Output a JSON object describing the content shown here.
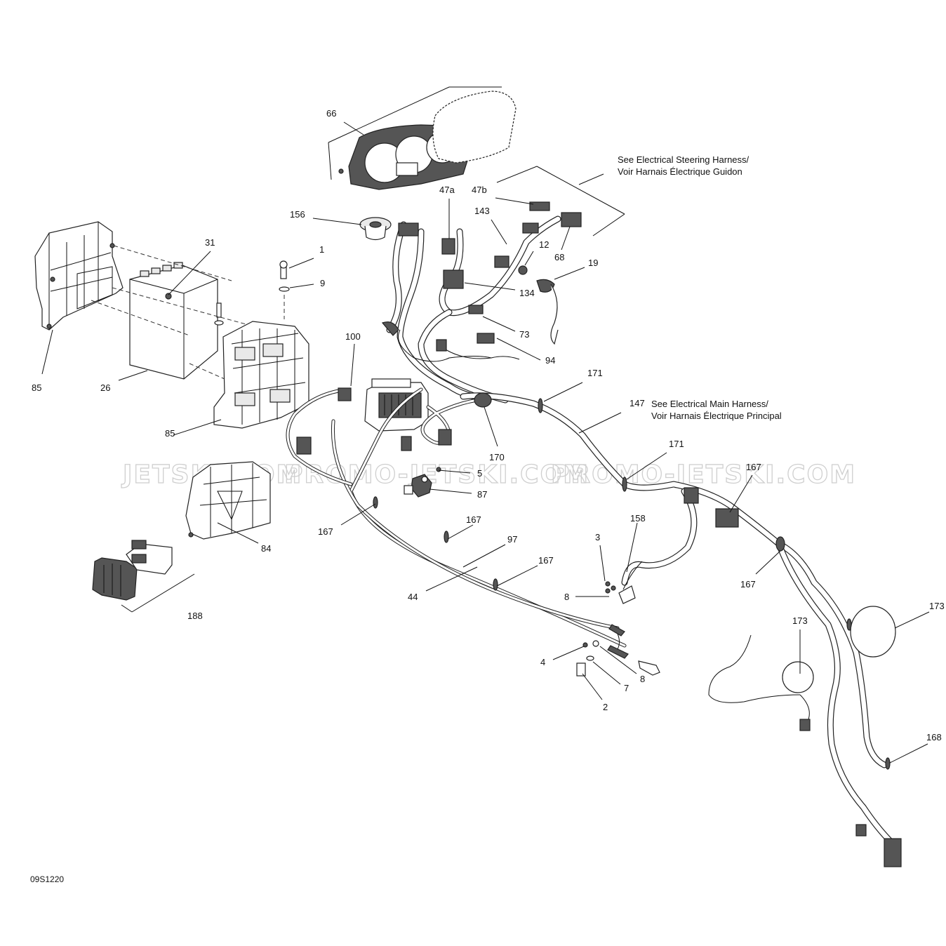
{
  "watermarks": [
    "JETSKI.COM",
    "PROMO-JETSKI.COM",
    "PROMO-JETSKI.COM"
  ],
  "diagram_code": "09S1220",
  "notes": {
    "steering_harness": [
      "See Electrical Steering Harness/",
      "Voir Harnais Électrique Guidon"
    ],
    "main_harness": [
      "See Electrical Main Harness/",
      "Voir Harnais Électrique Principal"
    ]
  },
  "callouts": {
    "c66": "66",
    "c47a": "47a",
    "c47b": "47b",
    "c143": "143",
    "c156": "156",
    "c12": "12",
    "c68": "68",
    "c19": "19",
    "c134": "134",
    "c73": "73",
    "c94": "94",
    "c31": "31",
    "c1": "1",
    "c9": "9",
    "c85a": "85",
    "c26": "26",
    "c85b": "85",
    "c100": "100",
    "c171a": "171",
    "c147": "147",
    "c170": "170",
    "c171b": "171",
    "c5": "5",
    "c87": "87",
    "c167a": "167",
    "c167b": "167",
    "c167c": "167",
    "c167d": "167",
    "c167e": "167",
    "c97": "97",
    "c44": "44",
    "c84": "84",
    "c188": "188",
    "c158": "158",
    "c3": "3",
    "c8a": "8",
    "c4": "4",
    "c8b": "8",
    "c7": "7",
    "c2": "2",
    "c173a": "173",
    "c173b": "173",
    "c168": "168"
  }
}
